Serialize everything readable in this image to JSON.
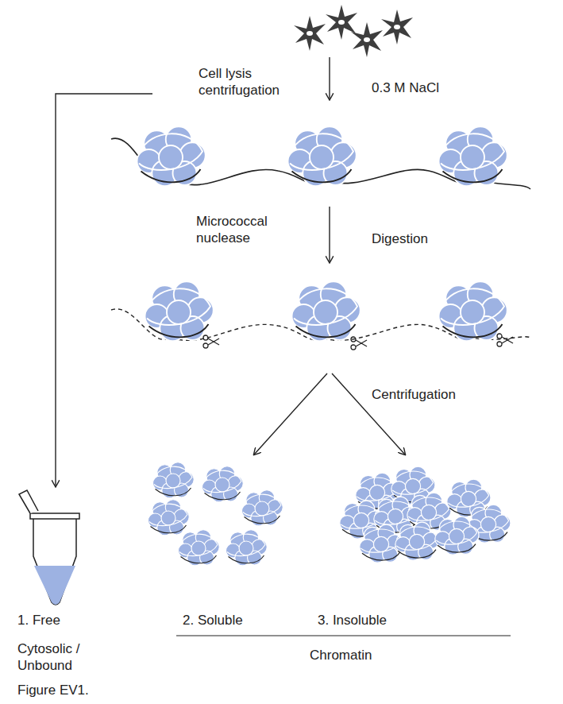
{
  "diagram": {
    "caption": "Figure EV1.",
    "labels": [
      "Cell lysis centrifugation",
      "0.3 M NaCl",
      "Micrococcal nuclease",
      "Digestion",
      "Centrifugation",
      "1. Free",
      "2. Soluble",
      "3. Insoluble",
      "Cytosolic / Unbound",
      "Chromatin"
    ]
  }
}
